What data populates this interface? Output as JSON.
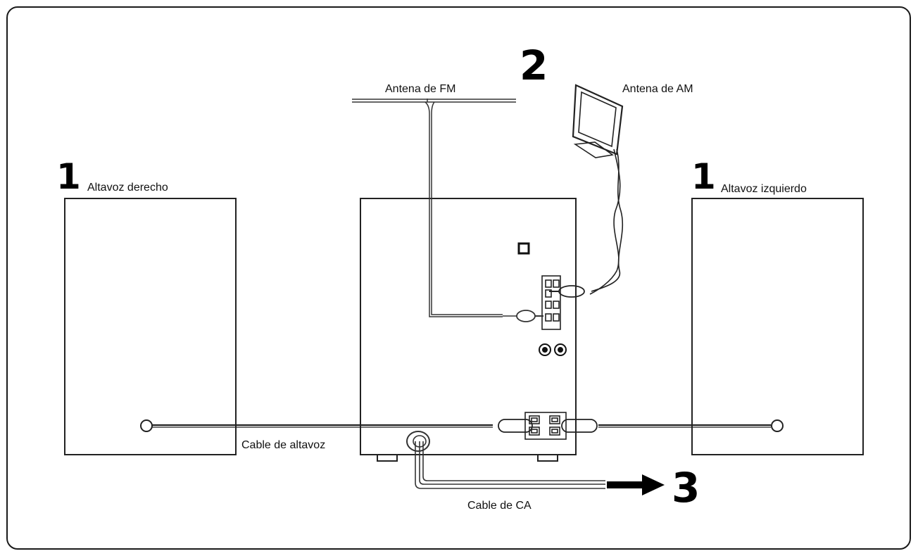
{
  "steps": {
    "speakers_left": "1",
    "speakers_right": "1",
    "antennas": "2",
    "ac": "3"
  },
  "labels": {
    "right_speaker": "Altavoz derecho",
    "left_speaker": "Altavoz izquierdo",
    "fm_antenna": "Antena de FM",
    "am_antenna": "Antena de AM",
    "speaker_cable": "Cable de altavoz",
    "ac_cable": "Cable de CA"
  }
}
